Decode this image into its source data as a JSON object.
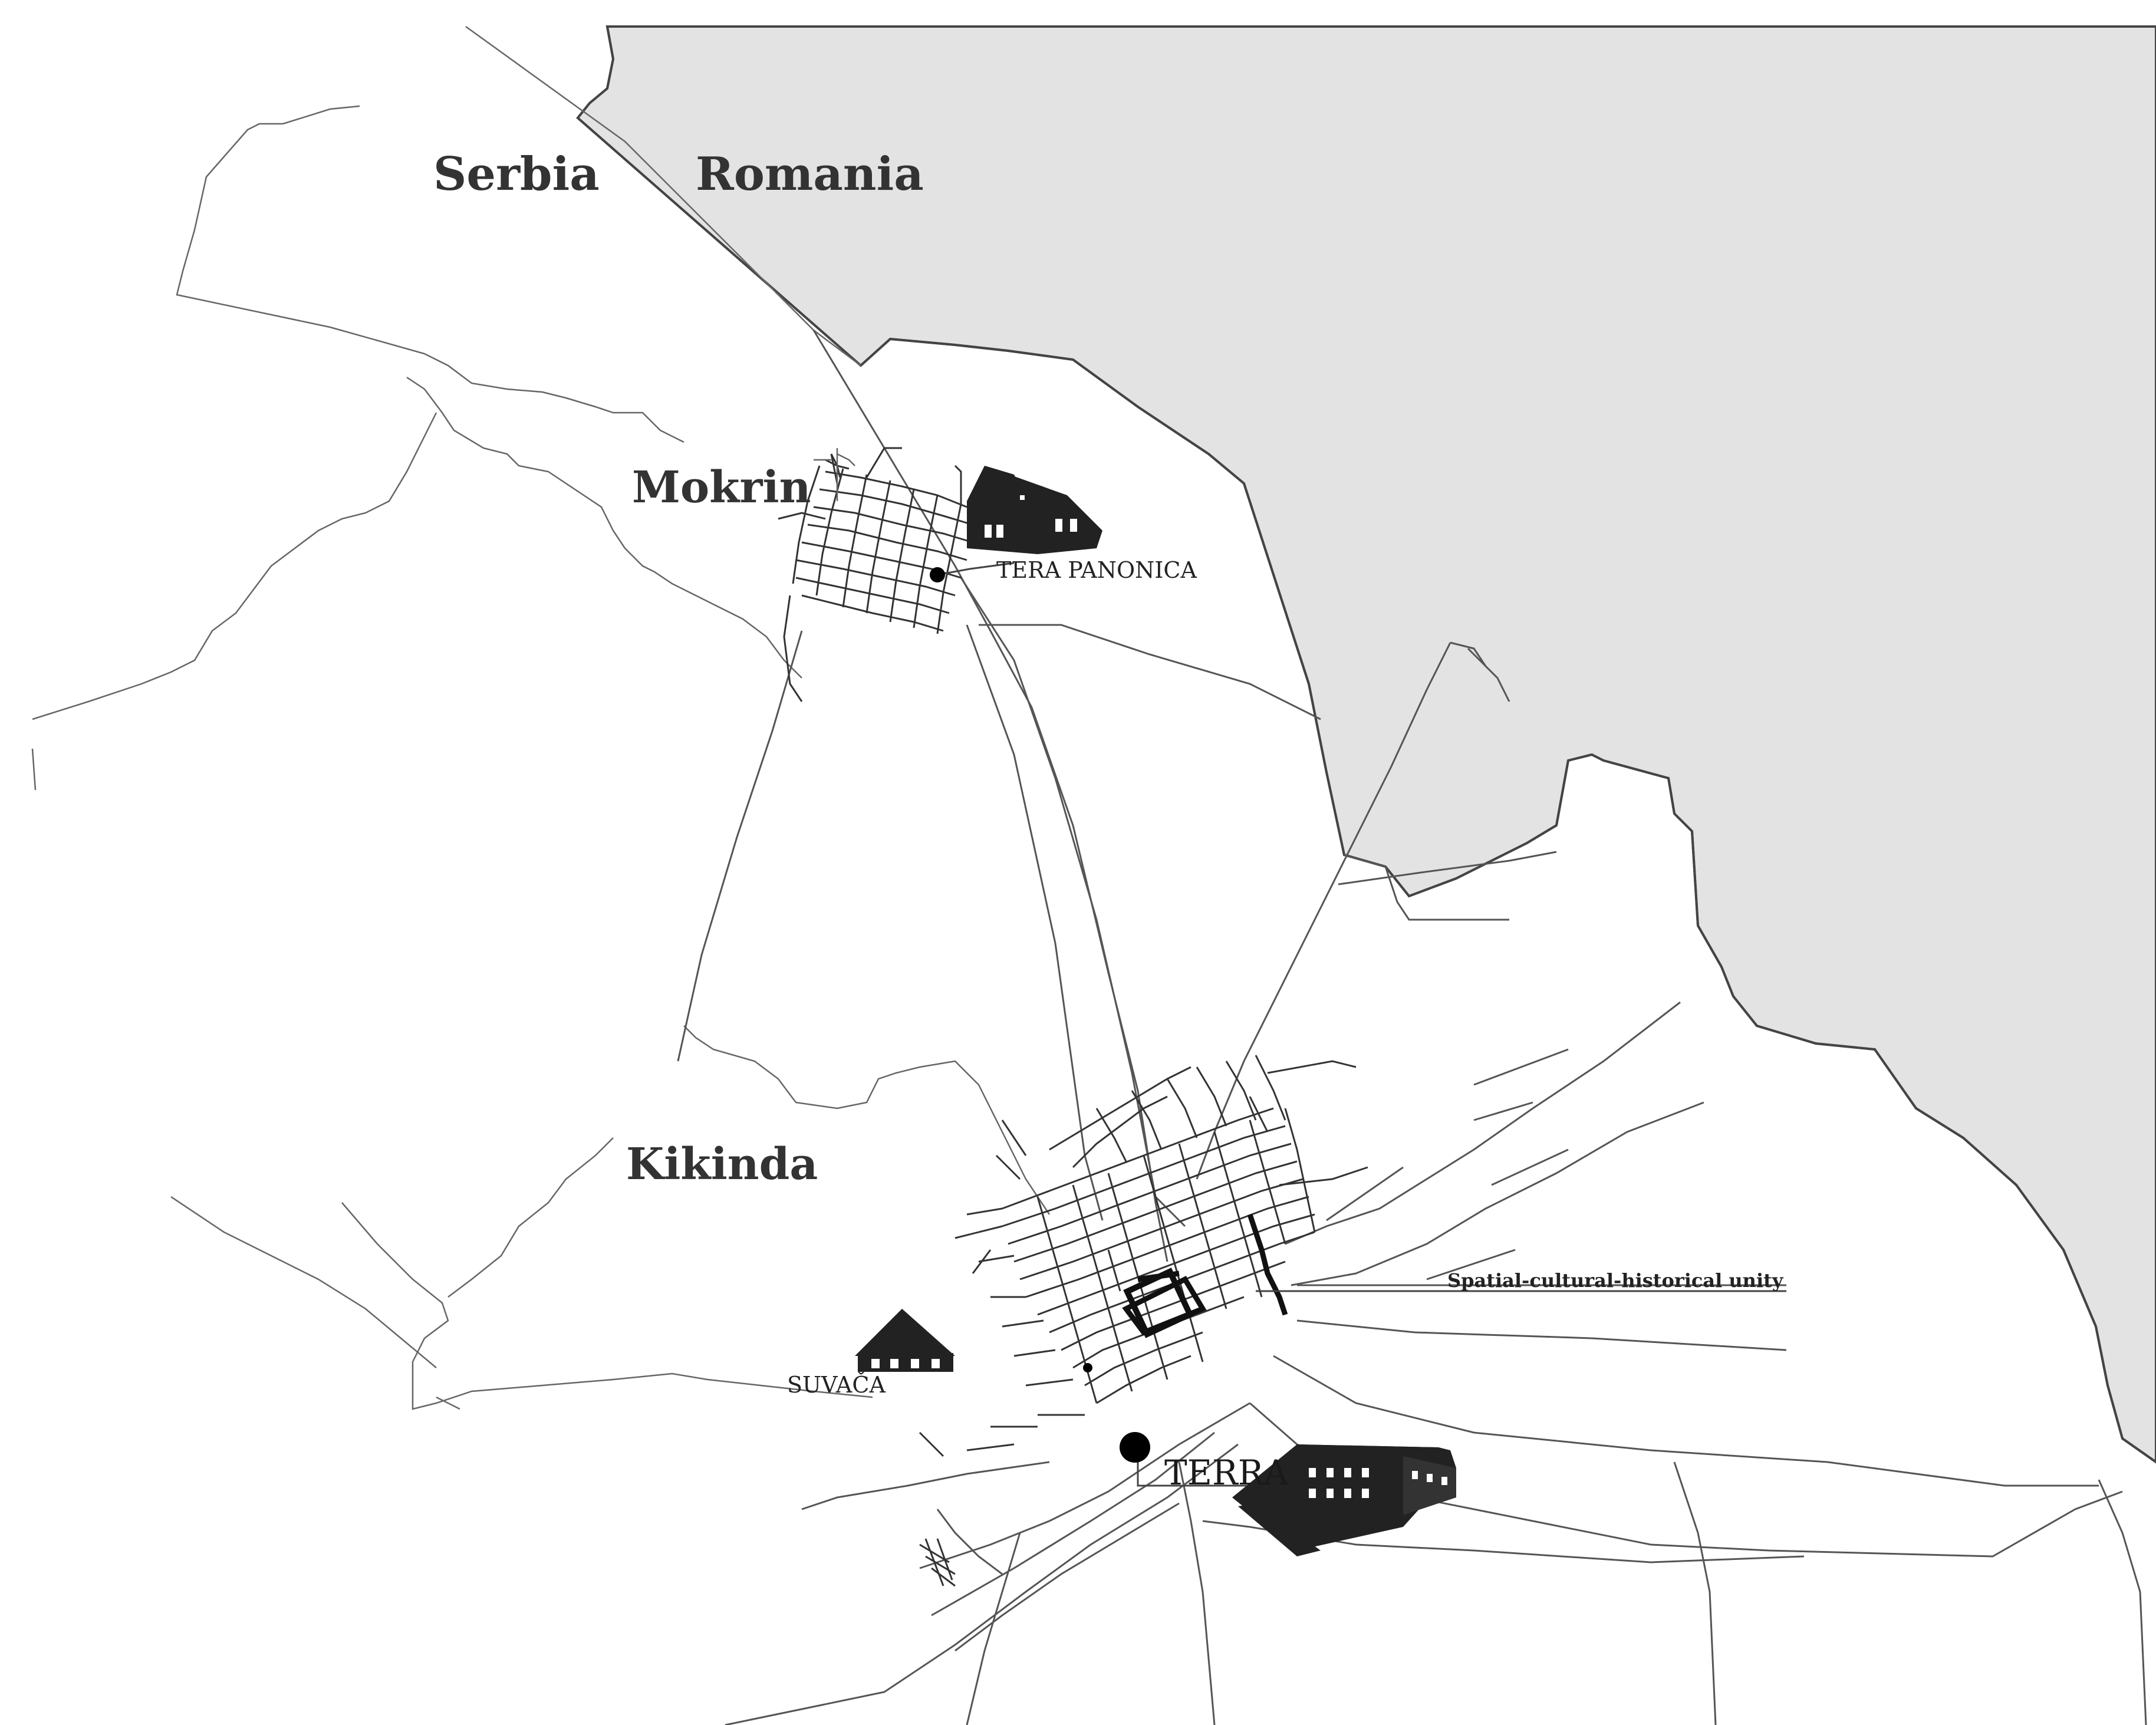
{
  "map": {
    "countries": {
      "serbia": "Serbia",
      "romania": "Romania"
    },
    "towns": {
      "mokrin": "Mokrin",
      "kikinda": "Kikinda"
    },
    "sites": {
      "tera_panonica": "TERA PANONICA",
      "suvaca": "SUVAČA",
      "terra": "TERRA",
      "unity": "Spatial-cultural-historical unity"
    },
    "colors": {
      "romania_fill": "#e3e3e3",
      "land": "#ffffff",
      "roads": "#555555",
      "buildings": "#222222"
    }
  }
}
